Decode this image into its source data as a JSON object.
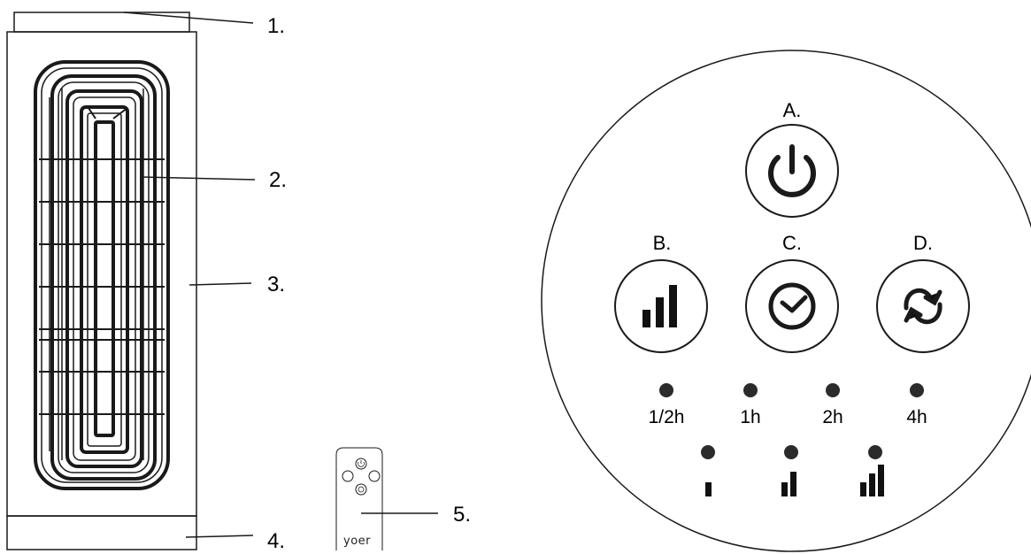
{
  "callouts": [
    "1.",
    "2.",
    "3.",
    "4.",
    "5."
  ],
  "panel": {
    "buttons": [
      {
        "letter": "A.",
        "icon": "power-icon"
      },
      {
        "letter": "B.",
        "icon": "speed-bars-icon"
      },
      {
        "letter": "C.",
        "icon": "timer-clock-icon"
      },
      {
        "letter": "D.",
        "icon": "oscillation-arrows-icon"
      }
    ],
    "timer_labels": [
      "1/2h",
      "1h",
      "2h",
      "4h"
    ],
    "speed_levels": [
      "speed-1-icon",
      "speed-2-icon",
      "speed-3-icon"
    ]
  },
  "remote": {
    "brand": "yoer"
  },
  "colors": {
    "line": "#1a1a1a",
    "indicator": "#2b2b2b",
    "background": "#ffffff"
  }
}
